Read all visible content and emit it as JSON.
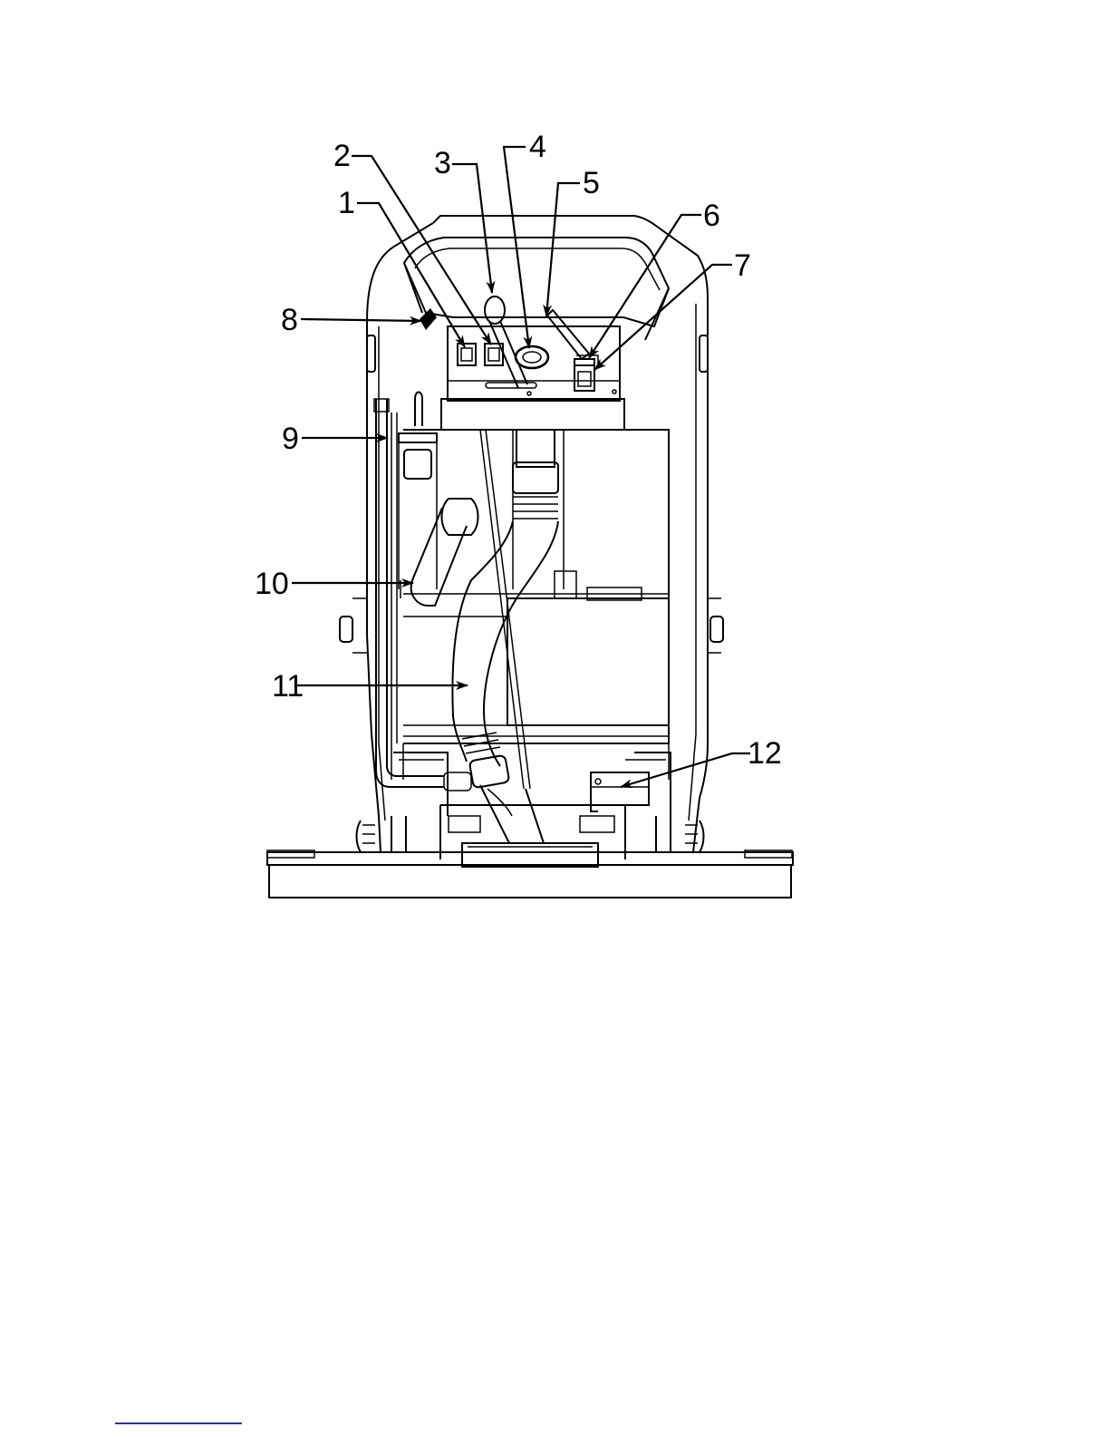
{
  "callouts": [
    {
      "id": "c1",
      "label": "1"
    },
    {
      "id": "c2",
      "label": "2"
    },
    {
      "id": "c3",
      "label": "3"
    },
    {
      "id": "c4",
      "label": "4"
    },
    {
      "id": "c5",
      "label": "5"
    },
    {
      "id": "c6",
      "label": "6"
    },
    {
      "id": "c7",
      "label": "7"
    },
    {
      "id": "c8",
      "label": "8"
    },
    {
      "id": "c9",
      "label": "9"
    },
    {
      "id": "c10",
      "label": "10"
    },
    {
      "id": "c11",
      "label": "11"
    },
    {
      "id": "c12",
      "label": "12"
    }
  ],
  "colors": {
    "line": "#000000",
    "background": "#ffffff",
    "footer_link": "#2a2ad6"
  }
}
